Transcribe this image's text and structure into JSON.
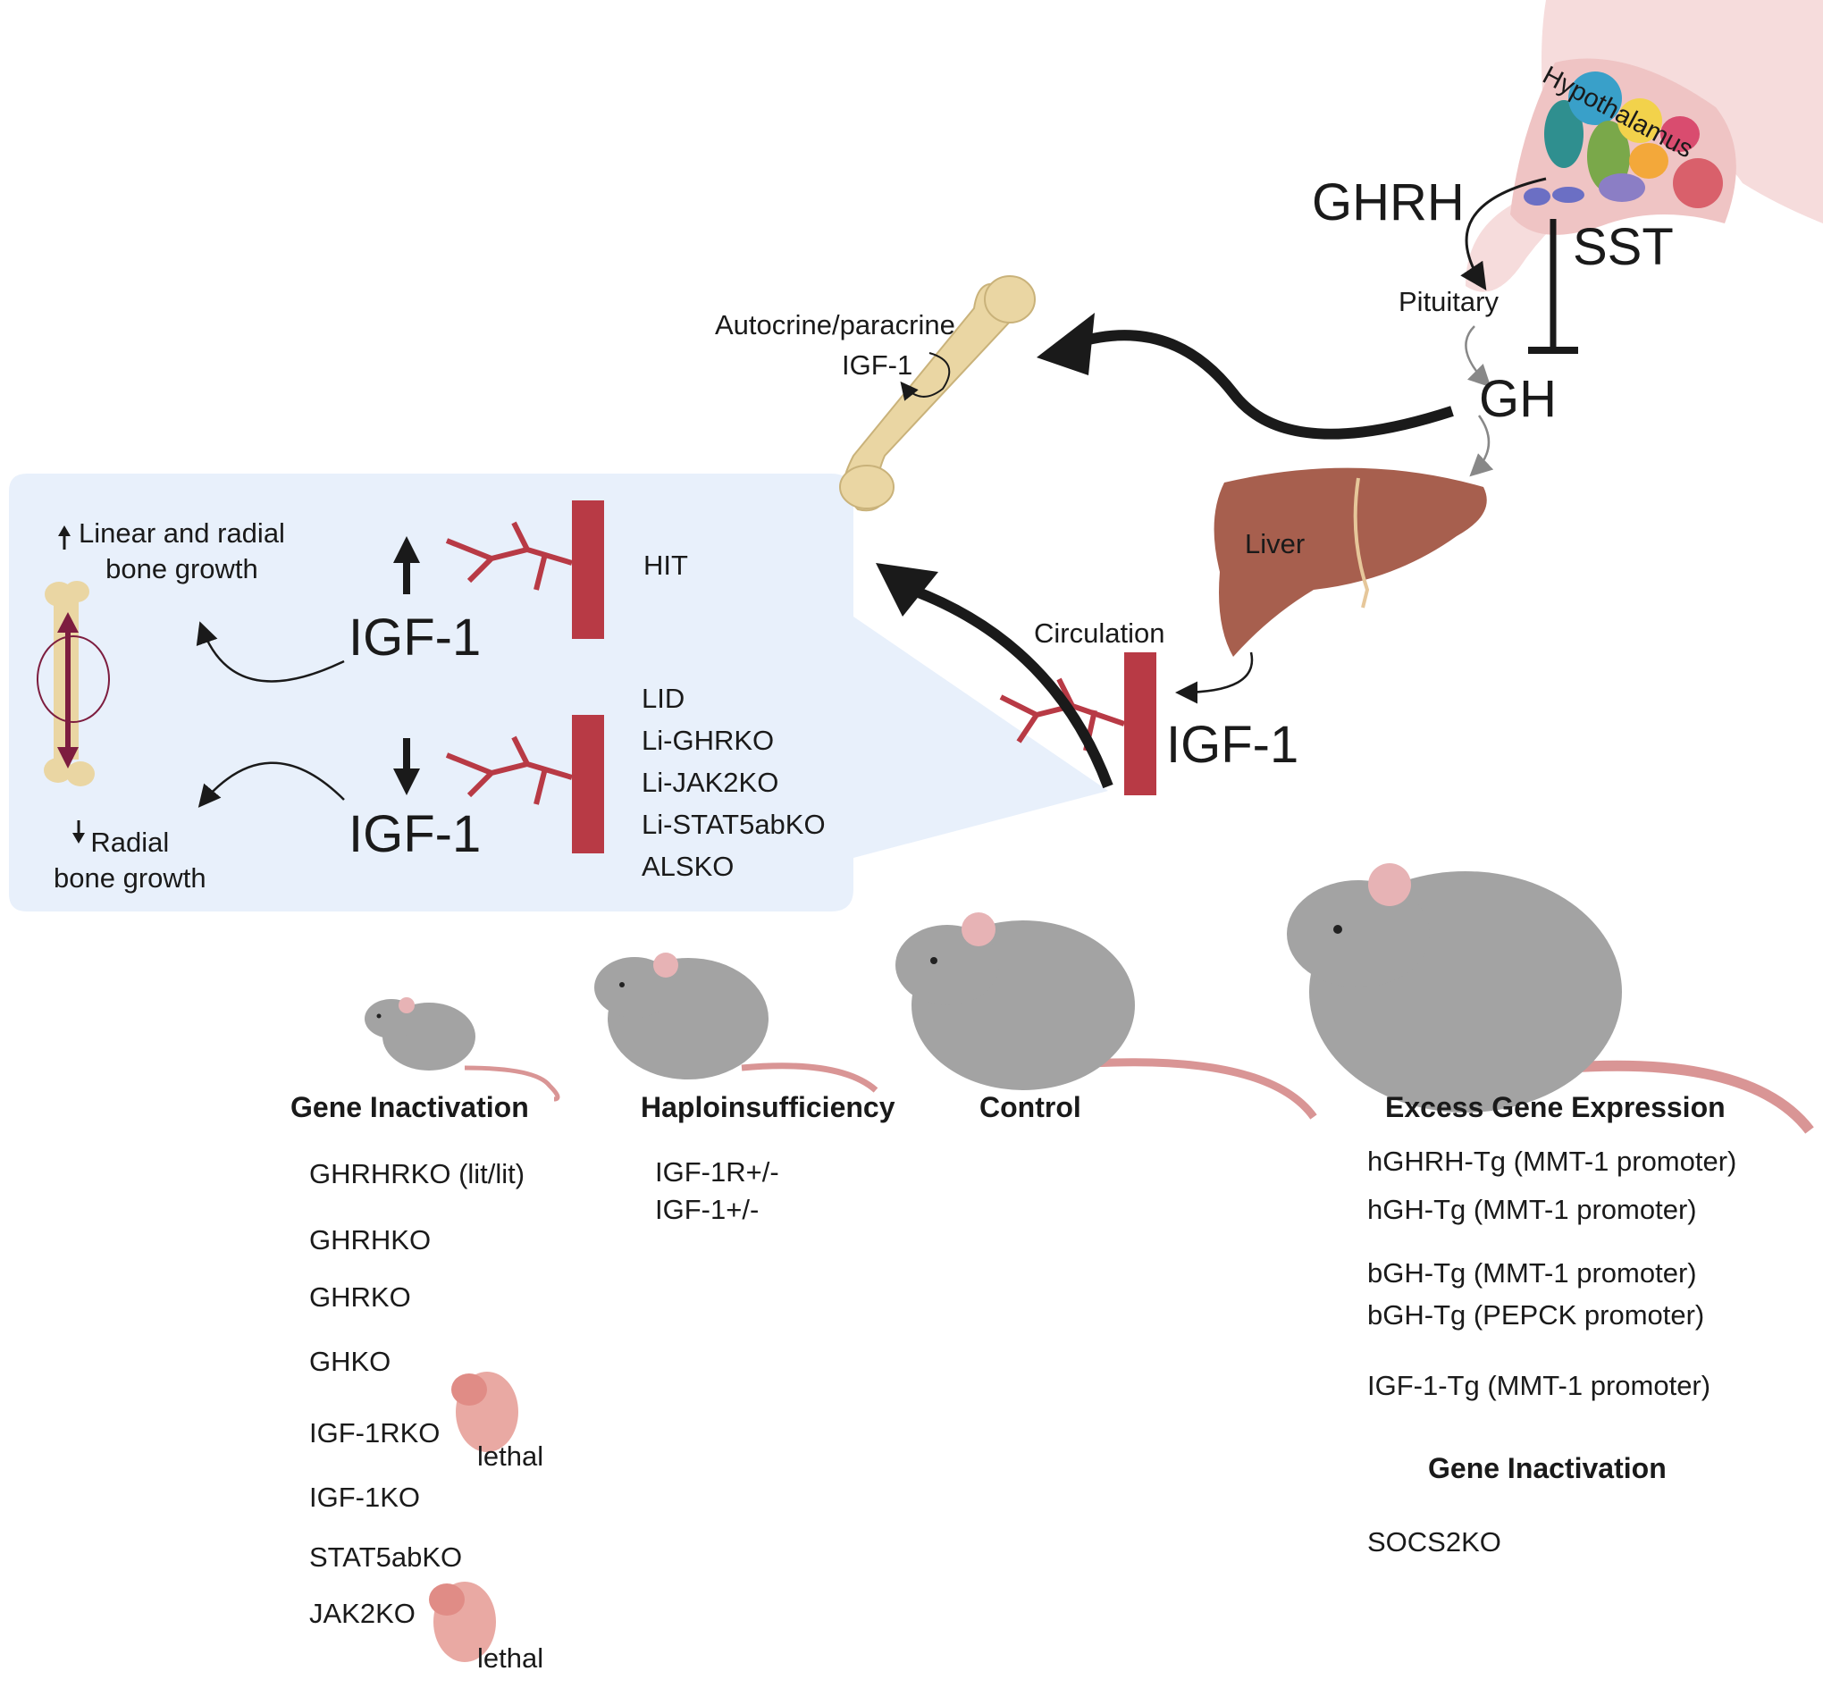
{
  "hypothalamus": {
    "label": "Hypothalamus",
    "ghrh": "GHRH",
    "sst": "SST",
    "pituitary": "Pituitary",
    "gh": "GH"
  },
  "bone": {
    "autocrine": "Autocrine/paracrine",
    "igf1": "IGF-1"
  },
  "liver": {
    "label": "Liver",
    "circulation": "Circulation",
    "igf1": "IGF-1"
  },
  "inset": {
    "top_effect": "Linear and radial\nbone growth",
    "top_igf": "IGF-1",
    "top_models": [
      "HIT"
    ],
    "bottom_effect": "Radial\nbone growth",
    "bottom_igf": "IGF-1",
    "bottom_models": [
      "LID",
      "Li-GHRKO",
      "Li-JAK2KO",
      "Li-STAT5abKO",
      "ALSKO"
    ]
  },
  "columns": {
    "gene_inactivation": {
      "title": "Gene Inactivation",
      "items": [
        "GHRHRKO (lit/lit)",
        "GHRHKO",
        "GHRKO",
        "GHKO",
        "IGF-1RKO",
        "IGF-1KO",
        "STAT5abKO",
        "JAK2KO"
      ],
      "lethal": "lethal"
    },
    "haploinsufficiency": {
      "title": "Haploinsufficiency",
      "items": [
        "IGF-1R+/-",
        "IGF-1+/-"
      ]
    },
    "control": {
      "title": "Control"
    },
    "excess": {
      "title": "Excess Gene Expression",
      "items": [
        "hGHRH-Tg (MMT-1 promoter)",
        "hGH-Tg (MMT-1 promoter)",
        "bGH-Tg (MMT-1 promoter)",
        "bGH-Tg (PEPCK promoter)",
        "IGF-1-Tg (MMT-1 promoter)"
      ],
      "sub_title": "Gene Inactivation",
      "sub_items": [
        "SOCS2KO"
      ]
    }
  },
  "colors": {
    "inset_bg": "#e8f0fb",
    "mouse_body": "#a3a3a3",
    "mouse_ear": "#e7b3b5",
    "tail": "#d99595",
    "vessel": "#b83a45",
    "liver": "#a75f4e",
    "bone": "#ead6a3",
    "bone_arrow": "#7d1d3f",
    "embryo": "#e9a9a3"
  }
}
